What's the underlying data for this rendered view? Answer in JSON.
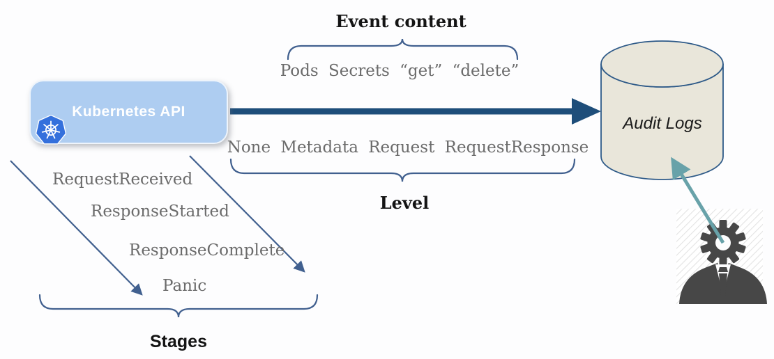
{
  "api_box": {
    "label": "Kubernetes API"
  },
  "audit_store": {
    "label": "Audit Logs"
  },
  "event_content": {
    "title": "Event content",
    "values": "Pods  Secrets  “get”  “delete”"
  },
  "level": {
    "title": "Level",
    "values": "None  Metadata  Request  RequestResponse"
  },
  "stages": {
    "title": "Stages",
    "items": [
      "RequestReceived",
      "ResponseStarted",
      "ResponseComplete",
      "Panic"
    ]
  },
  "icons": {
    "kubernetes_logo": "kubernetes-helm-wheel",
    "admin_user": "person-with-gear-head",
    "audit_logs": "database-cylinder"
  },
  "colors": {
    "api_box_fill": "#aecdf1",
    "primary_arrow": "#1e4e7a",
    "thin_line_navy": "#41608f",
    "gray_text": "#6b6b6b",
    "cylinder_fill": "#e9e6da",
    "cylinder_stroke": "#2e5a88",
    "teal_arrow": "#68a2a9",
    "person_gray": "#474747",
    "k8s_blue": "#3470dc"
  }
}
